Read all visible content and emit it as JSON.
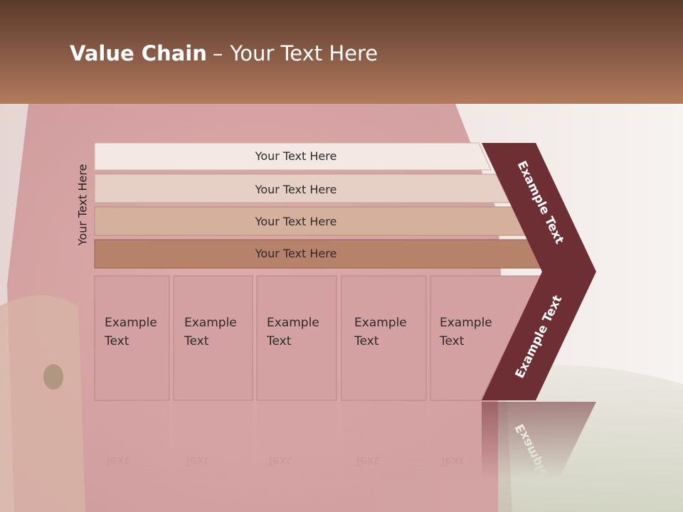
{
  "slide": {
    "title_bold": "Value Chain",
    "title_separator": "–",
    "title_rest": "Your Text Here",
    "side_label": "Your Text Here"
  },
  "colors": {
    "header_dark": "#5a3a2b",
    "header_light": "#b27a5c",
    "row1": "#f3e8e4",
    "row2": "#e6d0c5",
    "row3": "#d5b19d",
    "row4": "#b6826a",
    "box": "#d3a1a1",
    "arrow": "#6e2f34"
  },
  "rows": [
    {
      "label": "Your Text Here"
    },
    {
      "label": "Your Text Here"
    },
    {
      "label": "Your Text Here"
    },
    {
      "label": "Your Text Here"
    }
  ],
  "boxes": [
    {
      "line1": "Example",
      "line2": "Text"
    },
    {
      "line1": "Example",
      "line2": "Text"
    },
    {
      "line1": "Example",
      "line2": "Text"
    },
    {
      "line1": "Example",
      "line2": "Text"
    },
    {
      "line1": "Example",
      "line2": "Text"
    }
  ],
  "arrow": {
    "upper_label": "Example Text",
    "lower_label": "Example Text"
  }
}
